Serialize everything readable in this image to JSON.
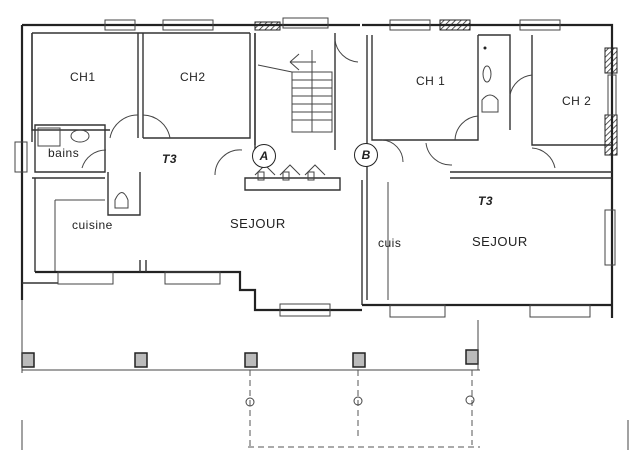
{
  "plan": {
    "units": [
      {
        "id": "left-apartment",
        "type_label": "T3",
        "rooms": {
          "bedroom1": "CH1",
          "bedroom2": "CH2",
          "bathroom": "bains",
          "kitchen": "cuisine",
          "living": "SEJOUR"
        },
        "entrance_marker": "A"
      },
      {
        "id": "right-apartment",
        "type_label": "T3",
        "rooms": {
          "bedroom1": "CH 1",
          "bedroom2": "CH 2",
          "kitchen": "cuis",
          "living": "SEJOUR"
        },
        "entrance_marker": "B"
      }
    ],
    "stairs": {
      "direction_icon": "arrow-left-icon"
    },
    "colors": {
      "ink": "#222222",
      "paper": "#ffffff",
      "pillar_fill": "#bbbbbb"
    }
  }
}
